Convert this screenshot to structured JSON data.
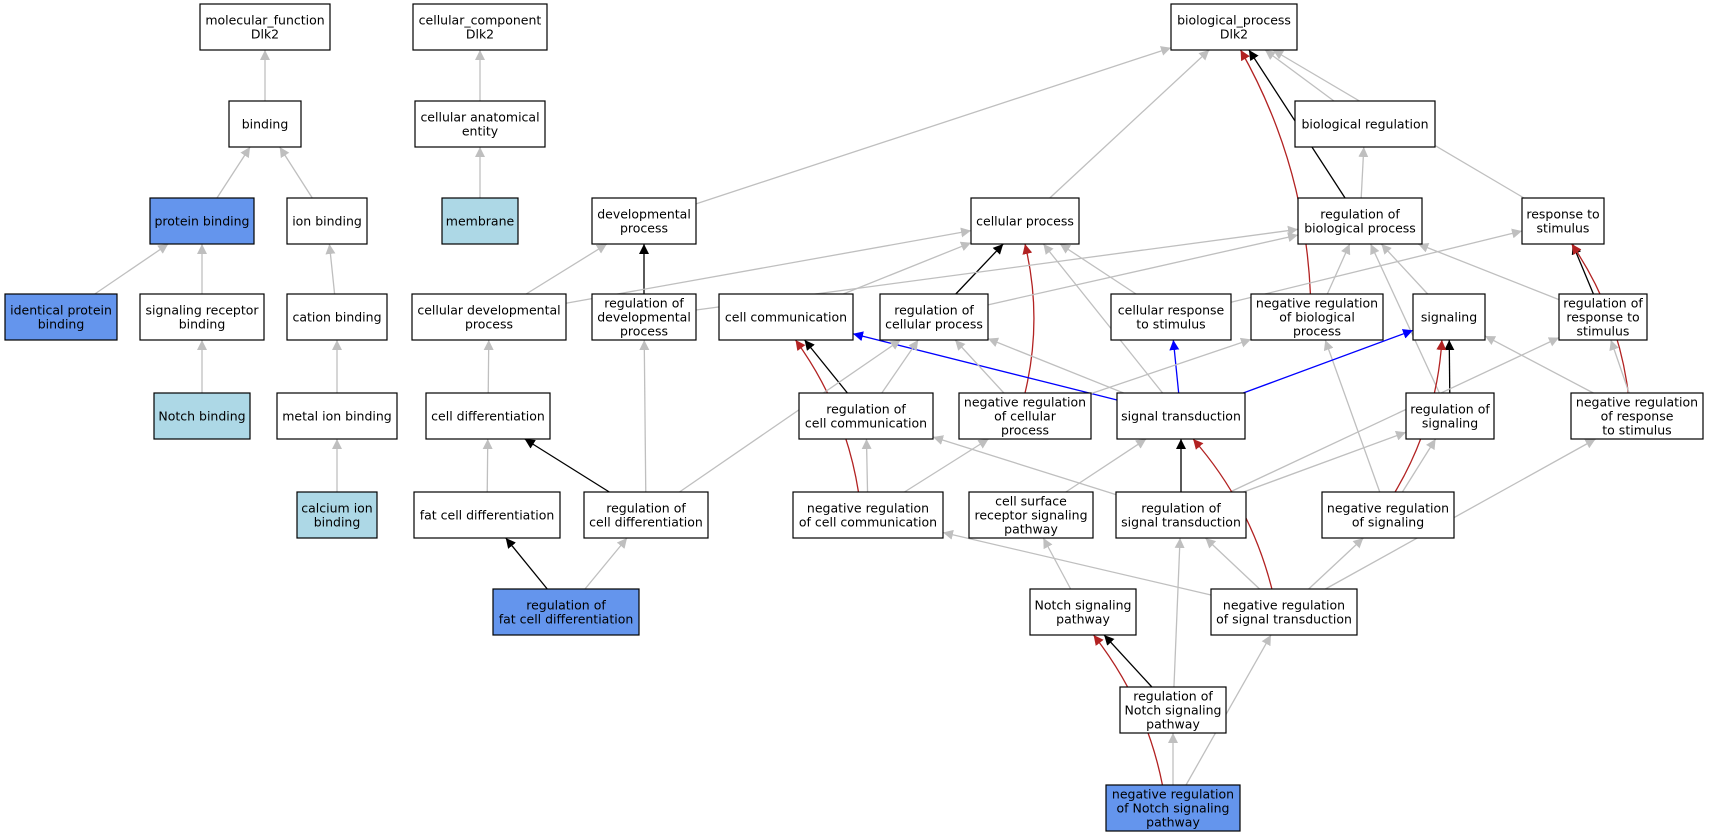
{
  "colors": {
    "default_fill": "#ffffff",
    "blue_fill": "#6495ed",
    "lightblue_fill": "#add8e6",
    "gray_edge": "#bfbfbf",
    "black_edge": "#000000",
    "red_edge": "#b22222",
    "blue_edge": "#0000ff"
  },
  "nodes": [
    {
      "id": "molecular_function",
      "lines": [
        "molecular_function",
        "Dlk2"
      ],
      "fill": "default_fill"
    },
    {
      "id": "cellular_component",
      "lines": [
        "cellular_component",
        "Dlk2"
      ],
      "fill": "default_fill"
    },
    {
      "id": "biological_process",
      "lines": [
        "biological_process",
        "Dlk2"
      ],
      "fill": "default_fill"
    },
    {
      "id": "binding",
      "lines": [
        "binding"
      ],
      "fill": "default_fill"
    },
    {
      "id": "cellular_anatomical_entity",
      "lines": [
        "cellular anatomical",
        "entity"
      ],
      "fill": "default_fill"
    },
    {
      "id": "biological_regulation",
      "lines": [
        "biological regulation"
      ],
      "fill": "default_fill"
    },
    {
      "id": "protein_binding",
      "lines": [
        "protein binding"
      ],
      "fill": "blue_fill"
    },
    {
      "id": "ion_binding",
      "lines": [
        "ion binding"
      ],
      "fill": "default_fill"
    },
    {
      "id": "membrane",
      "lines": [
        "membrane"
      ],
      "fill": "lightblue_fill"
    },
    {
      "id": "developmental_process",
      "lines": [
        "developmental",
        "process"
      ],
      "fill": "default_fill"
    },
    {
      "id": "cellular_process",
      "lines": [
        "cellular process"
      ],
      "fill": "default_fill"
    },
    {
      "id": "regulation_of_biological_process",
      "lines": [
        "regulation of",
        "biological process"
      ],
      "fill": "default_fill"
    },
    {
      "id": "response_to_stimulus",
      "lines": [
        "response to",
        "stimulus"
      ],
      "fill": "default_fill"
    },
    {
      "id": "identical_protein_binding",
      "lines": [
        "identical protein",
        "binding"
      ],
      "fill": "blue_fill"
    },
    {
      "id": "signaling_receptor_binding",
      "lines": [
        "signaling receptor",
        "binding"
      ],
      "fill": "default_fill"
    },
    {
      "id": "cation_binding",
      "lines": [
        "cation binding"
      ],
      "fill": "default_fill"
    },
    {
      "id": "cellular_developmental_process",
      "lines": [
        "cellular developmental",
        "process"
      ],
      "fill": "default_fill"
    },
    {
      "id": "regulation_of_developmental_process",
      "lines": [
        "regulation of",
        "developmental",
        "process"
      ],
      "fill": "default_fill"
    },
    {
      "id": "cell_communication",
      "lines": [
        "cell communication"
      ],
      "fill": "default_fill"
    },
    {
      "id": "regulation_of_cellular_process",
      "lines": [
        "regulation of",
        "cellular process"
      ],
      "fill": "default_fill"
    },
    {
      "id": "cellular_response_to_stimulus",
      "lines": [
        "cellular response",
        "to stimulus"
      ],
      "fill": "default_fill"
    },
    {
      "id": "negative_regulation_of_biological_process",
      "lines": [
        "negative regulation",
        "of biological",
        "process"
      ],
      "fill": "default_fill"
    },
    {
      "id": "signaling",
      "lines": [
        "signaling"
      ],
      "fill": "default_fill"
    },
    {
      "id": "regulation_of_response_to_stimulus",
      "lines": [
        "regulation of",
        "response to",
        "stimulus"
      ],
      "fill": "default_fill"
    },
    {
      "id": "notch_binding",
      "lines": [
        "Notch binding"
      ],
      "fill": "lightblue_fill"
    },
    {
      "id": "metal_ion_binding",
      "lines": [
        "metal ion binding"
      ],
      "fill": "default_fill"
    },
    {
      "id": "cell_differentiation",
      "lines": [
        "cell differentiation"
      ],
      "fill": "default_fill"
    },
    {
      "id": "regulation_of_cell_communication",
      "lines": [
        "regulation of",
        "cell communication"
      ],
      "fill": "default_fill"
    },
    {
      "id": "negative_regulation_of_cellular_process",
      "lines": [
        "negative regulation",
        "of cellular",
        "process"
      ],
      "fill": "default_fill"
    },
    {
      "id": "signal_transduction",
      "lines": [
        "signal transduction"
      ],
      "fill": "default_fill"
    },
    {
      "id": "regulation_of_signaling",
      "lines": [
        "regulation of",
        "signaling"
      ],
      "fill": "default_fill"
    },
    {
      "id": "negative_regulation_of_response_to_stimulus",
      "lines": [
        "negative regulation",
        "of response",
        "to stimulus"
      ],
      "fill": "default_fill"
    },
    {
      "id": "calcium_ion_binding",
      "lines": [
        "calcium ion",
        "binding"
      ],
      "fill": "lightblue_fill"
    },
    {
      "id": "fat_cell_differentiation",
      "lines": [
        "fat cell differentiation"
      ],
      "fill": "default_fill"
    },
    {
      "id": "regulation_of_cell_differentiation",
      "lines": [
        "regulation of",
        "cell differentiation"
      ],
      "fill": "default_fill"
    },
    {
      "id": "negative_regulation_of_cell_communication",
      "lines": [
        "negative regulation",
        "of cell communication"
      ],
      "fill": "default_fill"
    },
    {
      "id": "cell_surface_receptor_signaling_pathway",
      "lines": [
        "cell surface",
        "receptor signaling",
        "pathway"
      ],
      "fill": "default_fill"
    },
    {
      "id": "regulation_of_signal_transduction",
      "lines": [
        "regulation of",
        "signal transduction"
      ],
      "fill": "default_fill"
    },
    {
      "id": "negative_regulation_of_signaling",
      "lines": [
        "negative regulation",
        "of signaling"
      ],
      "fill": "default_fill"
    },
    {
      "id": "regulation_of_fat_cell_differentiation",
      "lines": [
        "regulation of",
        "fat cell differentiation"
      ],
      "fill": "blue_fill"
    },
    {
      "id": "notch_signaling_pathway",
      "lines": [
        "Notch signaling",
        "pathway"
      ],
      "fill": "default_fill"
    },
    {
      "id": "negative_regulation_of_signal_transduction",
      "lines": [
        "negative regulation",
        "of signal transduction"
      ],
      "fill": "default_fill"
    },
    {
      "id": "regulation_of_notch_signaling_pathway",
      "lines": [
        "regulation of",
        "Notch signaling",
        "pathway"
      ],
      "fill": "default_fill"
    },
    {
      "id": "negative_regulation_of_notch_signaling_pathway",
      "lines": [
        "negative regulation",
        "of Notch signaling",
        "pathway"
      ],
      "fill": "blue_fill"
    }
  ],
  "edges": [
    {
      "from": "binding",
      "to": "molecular_function",
      "color": "gray_edge"
    },
    {
      "from": "protein_binding",
      "to": "binding",
      "color": "gray_edge"
    },
    {
      "from": "ion_binding",
      "to": "binding",
      "color": "gray_edge"
    },
    {
      "from": "identical_protein_binding",
      "to": "protein_binding",
      "color": "gray_edge"
    },
    {
      "from": "signaling_receptor_binding",
      "to": "protein_binding",
      "color": "gray_edge"
    },
    {
      "from": "notch_binding",
      "to": "signaling_receptor_binding",
      "color": "gray_edge"
    },
    {
      "from": "cation_binding",
      "to": "ion_binding",
      "color": "gray_edge"
    },
    {
      "from": "metal_ion_binding",
      "to": "cation_binding",
      "color": "gray_edge"
    },
    {
      "from": "calcium_ion_binding",
      "to": "metal_ion_binding",
      "color": "gray_edge"
    },
    {
      "from": "cellular_anatomical_entity",
      "to": "cellular_component",
      "color": "gray_edge"
    },
    {
      "from": "membrane",
      "to": "cellular_anatomical_entity",
      "color": "gray_edge"
    },
    {
      "from": "developmental_process",
      "to": "biological_process",
      "color": "gray_edge"
    },
    {
      "from": "cellular_process",
      "to": "biological_process",
      "color": "gray_edge"
    },
    {
      "from": "biological_regulation",
      "to": "biological_process",
      "color": "gray_edge"
    },
    {
      "from": "response_to_stimulus",
      "to": "biological_process",
      "color": "gray_edge"
    },
    {
      "from": "regulation_of_biological_process",
      "to": "biological_process",
      "color": "black_edge"
    },
    {
      "from": "negative_regulation_of_biological_process",
      "to": "biological_process",
      "color": "red_edge"
    },
    {
      "from": "regulation_of_biological_process",
      "to": "biological_regulation",
      "color": "gray_edge"
    },
    {
      "from": "cellular_developmental_process",
      "to": "developmental_process",
      "color": "gray_edge"
    },
    {
      "from": "regulation_of_developmental_process",
      "to": "developmental_process",
      "color": "black_edge"
    },
    {
      "from": "cellular_developmental_process",
      "to": "cellular_process",
      "color": "gray_edge"
    },
    {
      "from": "cell_communication",
      "to": "cellular_process",
      "color": "gray_edge"
    },
    {
      "from": "regulation_of_cellular_process",
      "to": "cellular_process",
      "color": "black_edge"
    },
    {
      "from": "negative_regulation_of_cellular_process",
      "to": "cellular_process",
      "color": "red_edge"
    },
    {
      "from": "cellular_response_to_stimulus",
      "to": "cellular_process",
      "color": "gray_edge"
    },
    {
      "from": "signal_transduction",
      "to": "cellular_process",
      "color": "gray_edge"
    },
    {
      "from": "regulation_of_developmental_process",
      "to": "regulation_of_biological_process",
      "color": "gray_edge"
    },
    {
      "from": "regulation_of_cellular_process",
      "to": "regulation_of_biological_process",
      "color": "gray_edge"
    },
    {
      "from": "negative_regulation_of_biological_process",
      "to": "regulation_of_biological_process",
      "color": "gray_edge"
    },
    {
      "from": "regulation_of_response_to_stimulus",
      "to": "regulation_of_biological_process",
      "color": "gray_edge"
    },
    {
      "from": "regulation_of_signaling",
      "to": "regulation_of_biological_process",
      "color": "gray_edge"
    },
    {
      "from": "cellular_response_to_stimulus",
      "to": "response_to_stimulus",
      "color": "gray_edge"
    },
    {
      "from": "signaling",
      "to": "regulation_of_biological_process",
      "color": "gray_edge"
    },
    {
      "from": "regulation_of_response_to_stimulus",
      "to": "response_to_stimulus",
      "color": "black_edge"
    },
    {
      "from": "negative_regulation_of_response_to_stimulus",
      "to": "response_to_stimulus",
      "color": "red_edge"
    },
    {
      "from": "cell_differentiation",
      "to": "cellular_developmental_process",
      "color": "gray_edge"
    },
    {
      "from": "regulation_of_cell_differentiation",
      "to": "regulation_of_developmental_process",
      "color": "gray_edge"
    },
    {
      "from": "regulation_of_cell_communication",
      "to": "cell_communication",
      "color": "black_edge"
    },
    {
      "from": "negative_regulation_of_cell_communication",
      "to": "cell_communication",
      "color": "red_edge"
    },
    {
      "from": "signal_transduction",
      "to": "cell_communication",
      "color": "blue_edge"
    },
    {
      "from": "regulation_of_cell_communication",
      "to": "regulation_of_cellular_process",
      "color": "gray_edge"
    },
    {
      "from": "negative_regulation_of_cellular_process",
      "to": "regulation_of_cellular_process",
      "color": "gray_edge"
    },
    {
      "from": "regulation_of_cell_differentiation",
      "to": "regulation_of_cellular_process",
      "color": "gray_edge"
    },
    {
      "from": "signal_transduction",
      "to": "regulation_of_cellular_process",
      "color": "gray_edge"
    },
    {
      "from": "signal_transduction",
      "to": "cellular_response_to_stimulus",
      "color": "blue_edge"
    },
    {
      "from": "negative_regulation_of_cellular_process",
      "to": "negative_regulation_of_biological_process",
      "color": "gray_edge"
    },
    {
      "from": "negative_regulation_of_signaling",
      "to": "negative_regulation_of_biological_process",
      "color": "gray_edge"
    },
    {
      "from": "signal_transduction",
      "to": "signaling",
      "color": "blue_edge"
    },
    {
      "from": "regulation_of_signaling",
      "to": "signaling",
      "color": "black_edge"
    },
    {
      "from": "negative_regulation_of_signaling",
      "to": "signaling",
      "color": "red_edge"
    },
    {
      "from": "negative_regulation_of_response_to_stimulus",
      "to": "signaling",
      "color": "gray_edge"
    },
    {
      "from": "negative_regulation_of_response_to_stimulus",
      "to": "regulation_of_response_to_stimulus",
      "color": "gray_edge"
    },
    {
      "from": "regulation_of_signal_transduction",
      "to": "regulation_of_response_to_stimulus",
      "color": "gray_edge"
    },
    {
      "from": "fat_cell_differentiation",
      "to": "cell_differentiation",
      "color": "gray_edge"
    },
    {
      "from": "regulation_of_cell_differentiation",
      "to": "cell_differentiation",
      "color": "black_edge"
    },
    {
      "from": "negative_regulation_of_cell_communication",
      "to": "regulation_of_cell_communication",
      "color": "gray_edge"
    },
    {
      "from": "regulation_of_signal_transduction",
      "to": "regulation_of_cell_communication",
      "color": "gray_edge"
    },
    {
      "from": "negative_regulation_of_cell_communication",
      "to": "negative_regulation_of_cellular_process",
      "color": "gray_edge"
    },
    {
      "from": "cell_surface_receptor_signaling_pathway",
      "to": "signal_transduction",
      "color": "gray_edge"
    },
    {
      "from": "regulation_of_signal_transduction",
      "to": "signal_transduction",
      "color": "black_edge"
    },
    {
      "from": "negative_regulation_of_signal_transduction",
      "to": "signal_transduction",
      "color": "red_edge"
    },
    {
      "from": "regulation_of_signal_transduction",
      "to": "regulation_of_signaling",
      "color": "gray_edge"
    },
    {
      "from": "negative_regulation_of_signaling",
      "to": "regulation_of_signaling",
      "color": "gray_edge"
    },
    {
      "from": "negative_regulation_of_signal_transduction",
      "to": "negative_regulation_of_response_to_stimulus",
      "color": "gray_edge"
    },
    {
      "from": "regulation_of_fat_cell_differentiation",
      "to": "fat_cell_differentiation",
      "color": "black_edge"
    },
    {
      "from": "regulation_of_fat_cell_differentiation",
      "to": "regulation_of_cell_differentiation",
      "color": "gray_edge"
    },
    {
      "from": "negative_regulation_of_signal_transduction",
      "to": "negative_regulation_of_cell_communication",
      "color": "gray_edge"
    },
    {
      "from": "notch_signaling_pathway",
      "to": "cell_surface_receptor_signaling_pathway",
      "color": "gray_edge"
    },
    {
      "from": "regulation_of_notch_signaling_pathway",
      "to": "regulation_of_signal_transduction",
      "color": "gray_edge"
    },
    {
      "from": "negative_regulation_of_signal_transduction",
      "to": "regulation_of_signal_transduction",
      "color": "gray_edge"
    },
    {
      "from": "negative_regulation_of_signal_transduction",
      "to": "negative_regulation_of_signaling",
      "color": "gray_edge"
    },
    {
      "from": "regulation_of_notch_signaling_pathway",
      "to": "notch_signaling_pathway",
      "color": "black_edge"
    },
    {
      "from": "negative_regulation_of_notch_signaling_pathway",
      "to": "notch_signaling_pathway",
      "color": "red_edge"
    },
    {
      "from": "negative_regulation_of_notch_signaling_pathway",
      "to": "regulation_of_notch_signaling_pathway",
      "color": "gray_edge"
    },
    {
      "from": "negative_regulation_of_notch_signaling_pathway",
      "to": "negative_regulation_of_signal_transduction",
      "color": "gray_edge"
    }
  ]
}
